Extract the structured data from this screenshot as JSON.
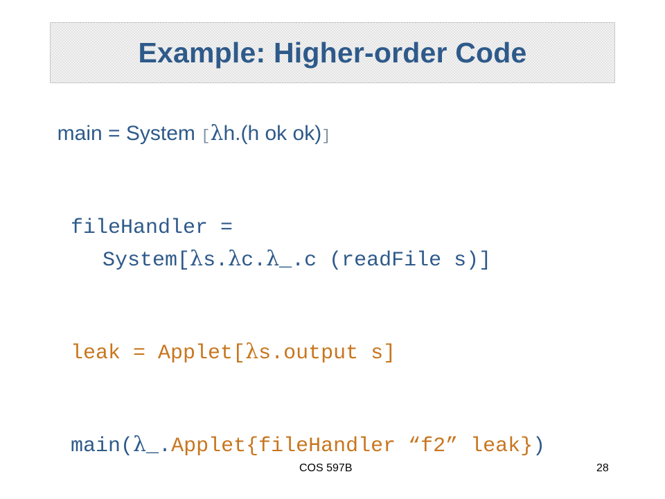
{
  "slide": {
    "title": "Example: Higher-order Code",
    "main_line": {
      "prefix": "main = System ",
      "open_bracket": "[",
      "lambda": "λ",
      "body": "h.(h ok ok)",
      "close_bracket": "]"
    },
    "file_handler": {
      "line1": "fileHandler =",
      "line2_a": "System[",
      "lambda1": "λ",
      "line2_b": "s.",
      "lambda2": "λ",
      "line2_c": "c.",
      "lambda3": "λ",
      "line2_d": "_.c (readFile s)]"
    },
    "leak_line": {
      "a": "leak = Applet[",
      "lambda": "λ",
      "b": "s.output s]"
    },
    "main2_line": {
      "a": "main(",
      "lambda": "λ",
      "b": "_.",
      "c": "Applet{fileHandler ",
      "d": "“f2”",
      "e": " leak}",
      "f": ")"
    }
  },
  "footer": {
    "course": "COS 597B",
    "page_number": "28"
  },
  "colors": {
    "title": "#2e5a8a",
    "body_blue": "#2e5a8a",
    "code_orange": "#c8761f"
  }
}
